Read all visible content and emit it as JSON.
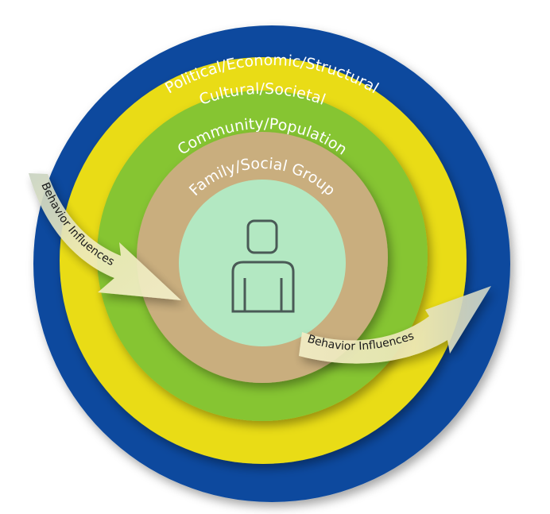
{
  "rings": [
    {
      "label": "Political/Economic/Structural",
      "color": "#0b4a9e"
    },
    {
      "label": "Cultural/Societal",
      "color": "#e9dc14"
    },
    {
      "label": "Community/Population",
      "color": "#86c531"
    },
    {
      "label": "Family/Social Group",
      "color": "#c9ae7e"
    }
  ],
  "center": {
    "icon": "person-icon",
    "color": "#b3e8c2",
    "icon_color": "#4a5a56"
  },
  "arrows": [
    {
      "label": "Behavior Influences",
      "direction": "inward"
    },
    {
      "label": "Behavior Influences",
      "direction": "outward"
    }
  ]
}
